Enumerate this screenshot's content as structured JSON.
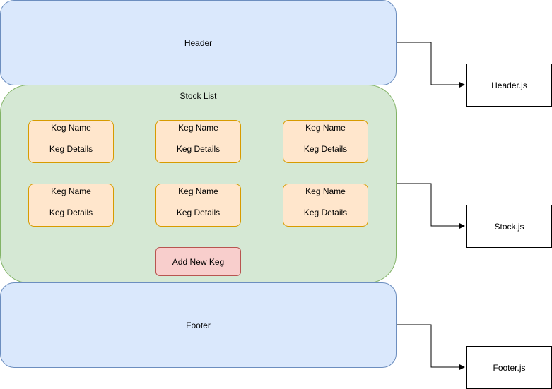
{
  "header": {
    "label": "Header"
  },
  "stock_list": {
    "title": "Stock List",
    "kegs": [
      {
        "name": "Keg Name",
        "details": "Keg Details"
      },
      {
        "name": "Keg Name",
        "details": "Keg Details"
      },
      {
        "name": "Keg Name",
        "details": "Keg Details"
      },
      {
        "name": "Keg Name",
        "details": "Keg Details"
      },
      {
        "name": "Keg Name",
        "details": "Keg Details"
      },
      {
        "name": "Keg Name",
        "details": "Keg Details"
      }
    ],
    "add_button": "Add New Keg"
  },
  "footer": {
    "label": "Footer"
  },
  "files": {
    "header_js": "Header.js",
    "stock_js": "Stock.js",
    "footer_js": "Footer.js"
  },
  "colors": {
    "region_fill": "#dae8fc",
    "region_stroke": "#6c8ebf",
    "stock_fill": "#d5e8d4",
    "stock_stroke": "#82b366",
    "keg_fill": "#ffe6cc",
    "keg_stroke": "#d79b00",
    "button_fill": "#f8cecc",
    "button_stroke": "#b85450"
  }
}
